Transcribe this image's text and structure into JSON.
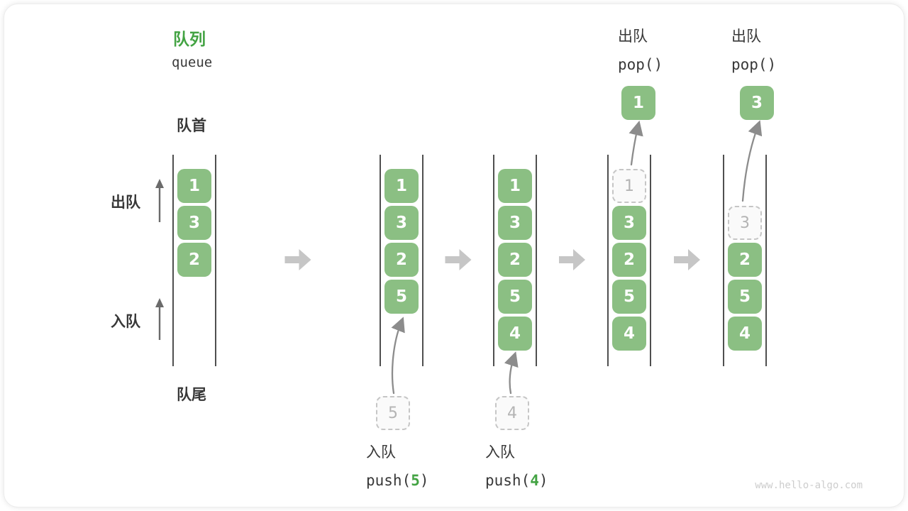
{
  "page": {
    "watermark": "www.hello-algo.com"
  },
  "header": {
    "title_zh": "队列",
    "title_en": "queue"
  },
  "side_labels": {
    "front": "队首",
    "rear": "队尾",
    "dequeue": "出队",
    "enqueue": "入队"
  },
  "colors": {
    "accent_green": "#43a343",
    "box_green": "#8bbf83",
    "box_text": "#ffffff",
    "dashed_border": "#c6c6c6",
    "dashed_text": "#b4b4b4",
    "label_dark": "#383838",
    "step_arrow_gray": "#c6c6c6",
    "queue_line_dark": "#4f4f4f",
    "watermark_gray": "#cdcdcd"
  },
  "diagram": {
    "states": [
      {
        "slots": [
          "1",
          "3",
          "2",
          null,
          null
        ],
        "slot_styles": [
          "green",
          "green",
          "green",
          null,
          null
        ],
        "pending": null,
        "popped": null,
        "op": null
      },
      {
        "slots": [
          "1",
          "3",
          "2",
          "5",
          null
        ],
        "slot_styles": [
          "green",
          "green",
          "green",
          "green",
          null
        ],
        "pending": {
          "value": "5"
        },
        "popped": null,
        "op": {
          "label": "入队",
          "code": [
            {
              "t": "push("
            },
            {
              "t": "5",
              "accent": true
            },
            {
              "t": ")"
            }
          ]
        }
      },
      {
        "slots": [
          "1",
          "3",
          "2",
          "5",
          "4"
        ],
        "slot_styles": [
          "green",
          "green",
          "green",
          "green",
          "green"
        ],
        "pending": {
          "value": "4"
        },
        "popped": null,
        "op": {
          "label": "入队",
          "code": [
            {
              "t": "push("
            },
            {
              "t": "4",
              "accent": true
            },
            {
              "t": ")"
            }
          ]
        }
      },
      {
        "slots": [
          "1",
          "3",
          "2",
          "5",
          "4"
        ],
        "slot_styles": [
          "dashed",
          "green",
          "green",
          "green",
          "green"
        ],
        "pending": null,
        "popped": {
          "value": "1"
        },
        "op": {
          "label": "出队",
          "code": [
            {
              "t": "pop()"
            }
          ]
        }
      },
      {
        "slots": [
          null,
          "3",
          "2",
          "5",
          "4"
        ],
        "slot_styles": [
          null,
          "dashed",
          "green",
          "green",
          "green"
        ],
        "pending": null,
        "popped": {
          "value": "3"
        },
        "op": {
          "label": "出队",
          "code": [
            {
              "t": "pop()"
            }
          ]
        }
      }
    ]
  }
}
